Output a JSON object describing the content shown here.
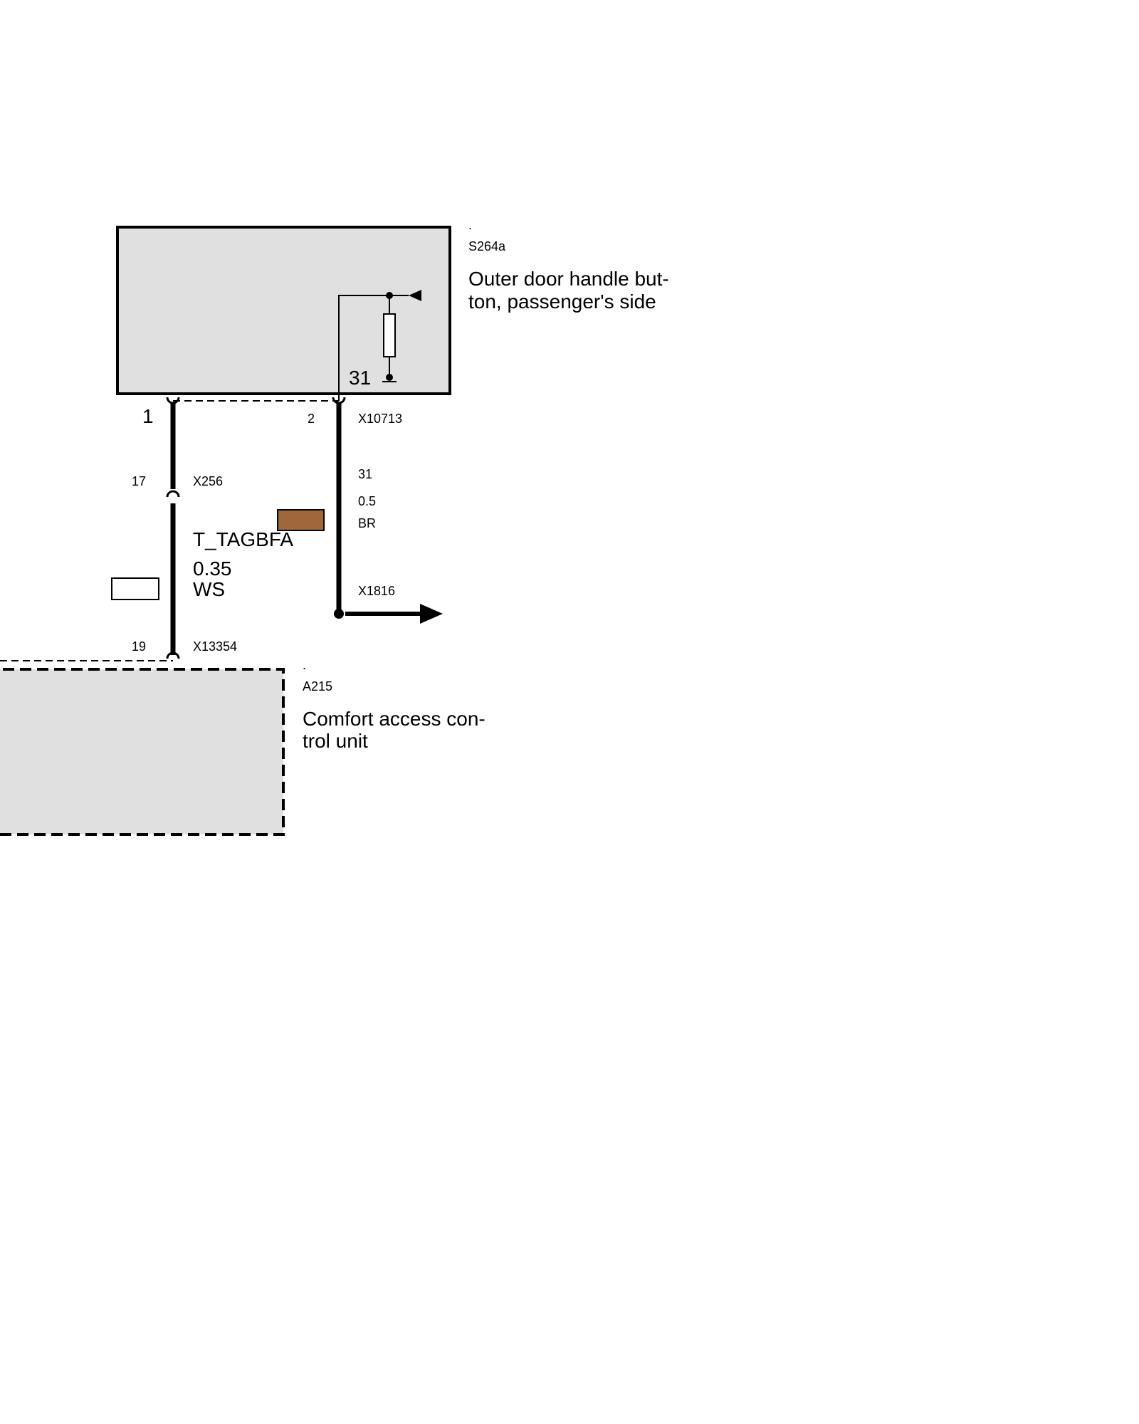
{
  "components": {
    "switch": {
      "dot": ".",
      "id": "S264a",
      "name_line1": "Outer door handle but-",
      "name_line2": "ton, passenger's side",
      "internal_pin": "31",
      "fill_color": "#e0e0e0"
    },
    "control_unit": {
      "dot": ".",
      "id": "A215",
      "name_line1": "Comfort access con-",
      "name_line2": "trol unit",
      "fill_color": "#e0e0e0"
    }
  },
  "connectors": {
    "switch_connector": "X10713",
    "pin1": "1",
    "pin2": "2",
    "inline_connector": "X256",
    "inline_pin": "17",
    "unit_connector": "X13354",
    "unit_pin": "19",
    "ground_connector": "X1816"
  },
  "wires": {
    "signal": {
      "name": "T_TAGBFA",
      "gauge": "0.35",
      "color_code": "WS",
      "swatch_color": "#ffffff"
    },
    "ground": {
      "terminal": "31",
      "gauge": "0.5",
      "color_code": "BR",
      "swatch_color": "#a0683a"
    }
  }
}
